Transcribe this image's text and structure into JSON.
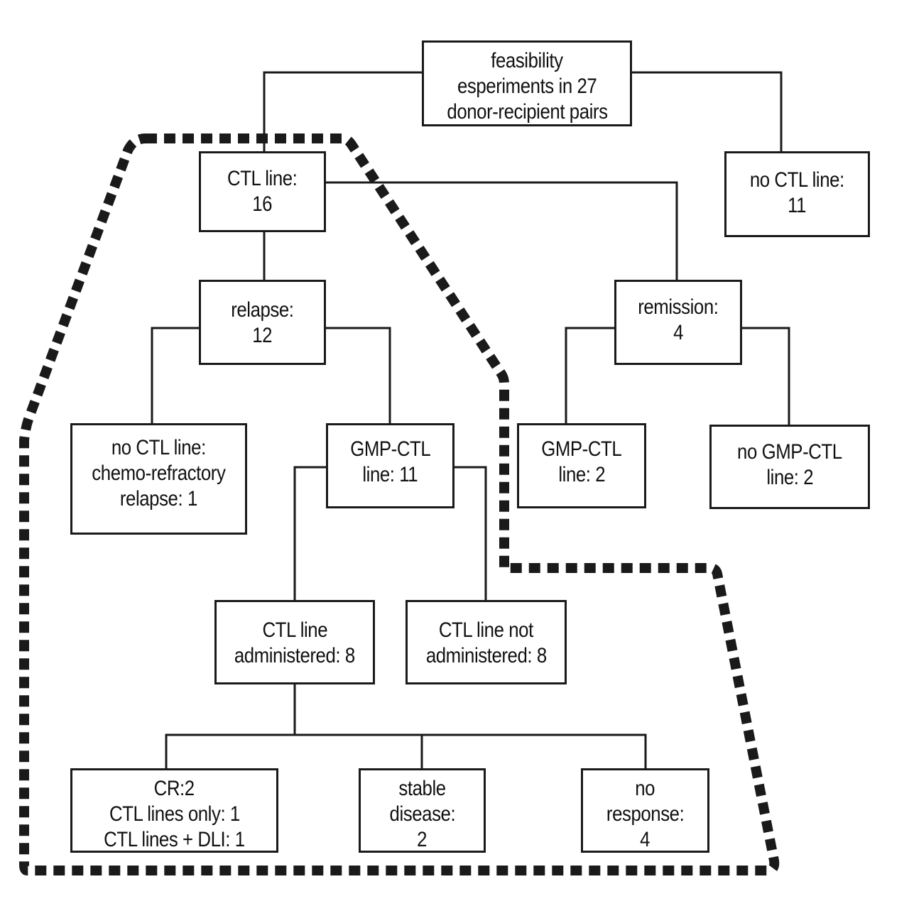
{
  "nodes": {
    "root": [
      "feasibility",
      "esperiments in 27",
      "donor-recipient pairs"
    ],
    "ctl_line": [
      "CTL line:",
      "16"
    ],
    "no_ctl_line": [
      "no CTL line:",
      "11"
    ],
    "relapse": [
      "relapse:",
      "12"
    ],
    "remission": [
      "remission:",
      "4"
    ],
    "no_ctl_chemo": [
      "no CTL line:",
      "chemo-refractory",
      "relapse: 1"
    ],
    "gmp_ctl_11": [
      "GMP-CTL",
      "line: 11"
    ],
    "gmp_ctl_2": [
      "GMP-CTL",
      "line: 2"
    ],
    "no_gmp_ctl_2": [
      "no GMP-CTL",
      "line: 2"
    ],
    "ctl_administered": [
      "CTL line",
      "administered: 8"
    ],
    "ctl_not_administered": [
      "CTL line not",
      "administered: 8"
    ],
    "cr": [
      "CR:2",
      "CTL lines only: 1",
      "CTL lines + DLI: 1"
    ],
    "stable": [
      "stable",
      "disease:",
      "2"
    ],
    "no_response": [
      "no",
      "response:",
      "4"
    ]
  },
  "colors": {
    "line": "#1a1a1a",
    "background": "#ffffff"
  }
}
